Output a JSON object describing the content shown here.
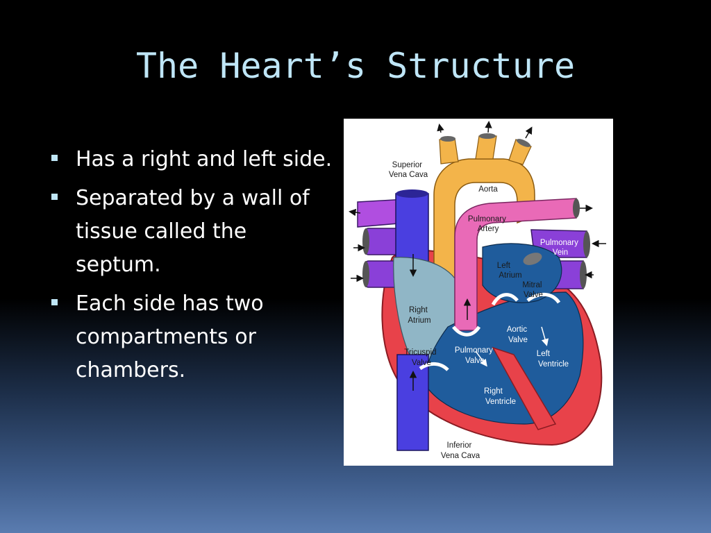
{
  "slide": {
    "title": "The Heart’s Structure",
    "bullets": [
      "Has a right and left side.",
      "Separated by a wall of tissue called the septum.",
      "Each side has two compartments or chambers."
    ]
  },
  "diagram": {
    "labels": {
      "superior_vena_cava": [
        "Superior",
        "Vena Cava"
      ],
      "aorta": [
        "Aorta"
      ],
      "pulmonary_artery": [
        "Pulmonary",
        "Artery"
      ],
      "pulmonary_vein": [
        "Pulmonary",
        "Vein"
      ],
      "left_atrium": [
        "Left",
        "Atrium"
      ],
      "mitral_valve": [
        "Mitral",
        "Valve"
      ],
      "right_atrium": [
        "Right",
        "Atrium"
      ],
      "aortic_valve": [
        "Aortic",
        "Valve"
      ],
      "tricuspid_valve": [
        "Tricuspid",
        "Valve"
      ],
      "pulmonary_valve": [
        "Pulmonary",
        "Valve"
      ],
      "left_ventricle": [
        "Left",
        "Ventricle"
      ],
      "right_ventricle": [
        "Right",
        "Ventricle"
      ],
      "inferior_vena_cava": [
        "Inferior",
        "Vena Cava"
      ]
    }
  },
  "colors": {
    "title": "#bfe6f7",
    "bullet": "#bfe6f7",
    "text": "#ffffff",
    "vena_cava": "#4a3fe0",
    "aorta": "#f3b44a",
    "pulmonary_artery": "#e96ab7",
    "pulmonary_vein": "#8a40d8",
    "right_chambers": "#90b6c6",
    "left_chambers": "#1f5c9c",
    "heart_wall": "#e8424a"
  }
}
